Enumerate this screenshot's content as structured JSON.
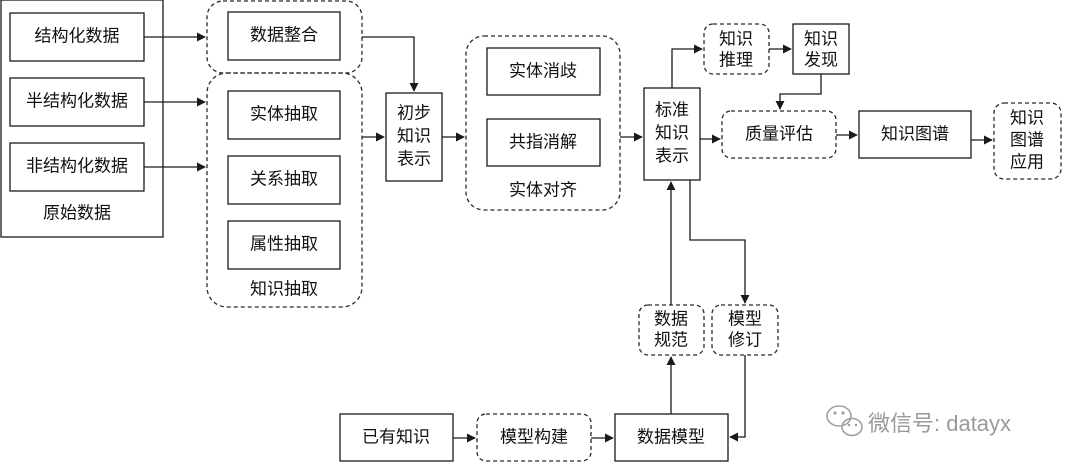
{
  "nodes": {
    "structured": "结构化数据",
    "semi_structured": "半结构化数据",
    "unstructured": "非结构化数据",
    "raw_data": "原始数据",
    "data_integration": "数据整合",
    "entity_extraction": "实体抽取",
    "relation_extraction": "关系抽取",
    "attribute_extraction": "属性抽取",
    "knowledge_extraction": "知识抽取",
    "initial_repr": [
      "初步",
      "知识",
      "表示"
    ],
    "entity_disambiguation": "实体消歧",
    "coreference_resolution": "共指消解",
    "entity_alignment": "实体对齐",
    "standard_repr": [
      "标准",
      "知识",
      "表示"
    ],
    "knowledge_reasoning": [
      "知识",
      "推理"
    ],
    "knowledge_discovery": [
      "知识",
      "发现"
    ],
    "quality_assessment": "质量评估",
    "knowledge_graph": "知识图谱",
    "kg_application": [
      "知识",
      "图谱",
      "应用"
    ],
    "data_standard": [
      "数据",
      "规范"
    ],
    "model_revision": [
      "模型",
      "修订"
    ],
    "existing_knowledge": "已有知识",
    "model_building": "模型构建",
    "data_model": "数据模型"
  },
  "watermark": "微信号: datayx",
  "icons": {
    "watermark": "wechat-icon"
  },
  "colors": {
    "line": "#1a1a1a",
    "watermark": "#9a9a9a"
  }
}
